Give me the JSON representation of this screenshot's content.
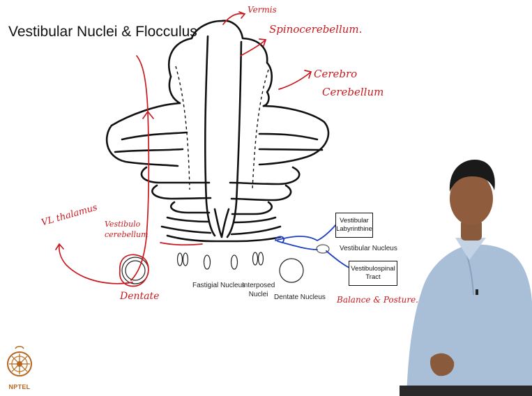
{
  "slide": {
    "title": "Vestibular Nuclei & Flocculus"
  },
  "diagram": {
    "nuclei_labels": {
      "fastigial": "Fastigial Nucleus",
      "interposed": "Interposed\nNuclei",
      "dentate": "Dentate Nucleus",
      "vestibular": "Vestibular Nucleus"
    },
    "boxes": {
      "vestibular_labyrinthine": [
        "Vestibular",
        "Labyrinthine"
      ],
      "vestibulospinal_tract": [
        "Vestibulospinal",
        "Tract"
      ]
    }
  },
  "annotations": {
    "vermis": "Vermis",
    "spinocerebellum": "Spinocerebellum.",
    "cerebro_line1": "Cerebro",
    "cerebro_line2": "Cerebellum",
    "vestibulo_line1": "Vestibulo",
    "vestibulo_line2": "cerebellum",
    "vl_thalamus": "VL thalamus",
    "dentate": "Dentate",
    "balance_posture": "Balance & Posture."
  },
  "logo": {
    "text": "NPTEL"
  },
  "colors": {
    "ink": "#111111",
    "annotation_red": "#c8191e",
    "annotation_blue": "#1f3fbf",
    "logo_brown": "#b5651d"
  }
}
